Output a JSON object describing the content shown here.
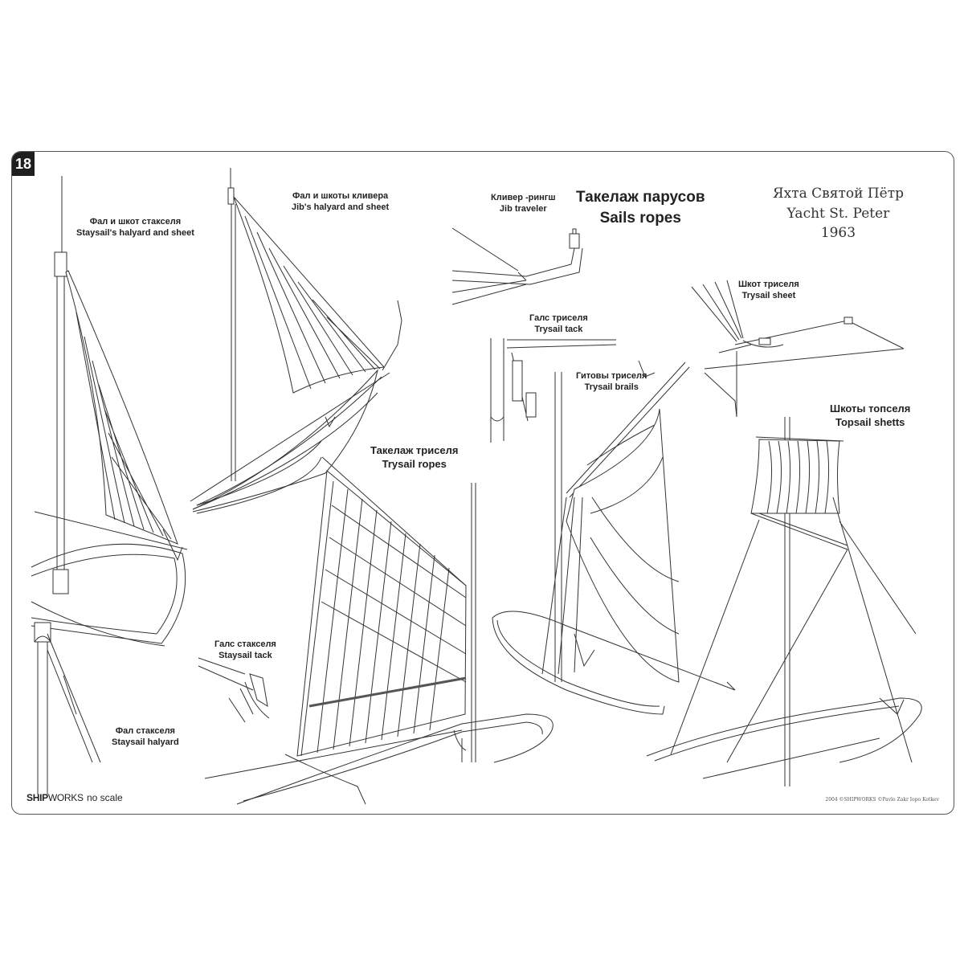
{
  "plate_number": "18",
  "title": {
    "ru_serif": "Яхта Святой Пётр",
    "en_serif": "Yacht St. Peter",
    "year": "1963",
    "ru_main": "Такелаж парусов",
    "en_main": "Sails ropes"
  },
  "labels": {
    "staysail_halyard_sheet": {
      "ru": "Фал и шкот стакселя",
      "en": "Staysail's halyard and sheet"
    },
    "jib_halyard_sheet": {
      "ru": "Фал и шкоты кливера",
      "en": "Jib's halyard and sheet"
    },
    "jib_traveler": {
      "ru": "Кливер -рингш",
      "en": "Jib traveler"
    },
    "trysail_sheet": {
      "ru": "Шкот триселя",
      "en": "Trysail sheet"
    },
    "trysail_tack": {
      "ru": "Галс триселя",
      "en": "Trysail tack"
    },
    "trysail_brails": {
      "ru": "Гитовы триселя",
      "en": "Trysail brails"
    },
    "topsail_sheets": {
      "ru": "Шкоты топселя",
      "en": "Topsail shetts"
    },
    "trysail_ropes": {
      "ru": "Такелаж триселя",
      "en": "Trysail ropes"
    },
    "staysail_tack": {
      "ru": "Галс стакселя",
      "en": "Staysail tack"
    },
    "staysail_halyard": {
      "ru": "Фал стакселя",
      "en": "Staysail halyard"
    }
  },
  "footer": {
    "brand_bold": "SHIP",
    "brand_rest": "WORKS",
    "scale": "no scale",
    "copyright": "2004 ©SHIPWORKS ©Pavlo Zakr Iopo Kotkev"
  }
}
